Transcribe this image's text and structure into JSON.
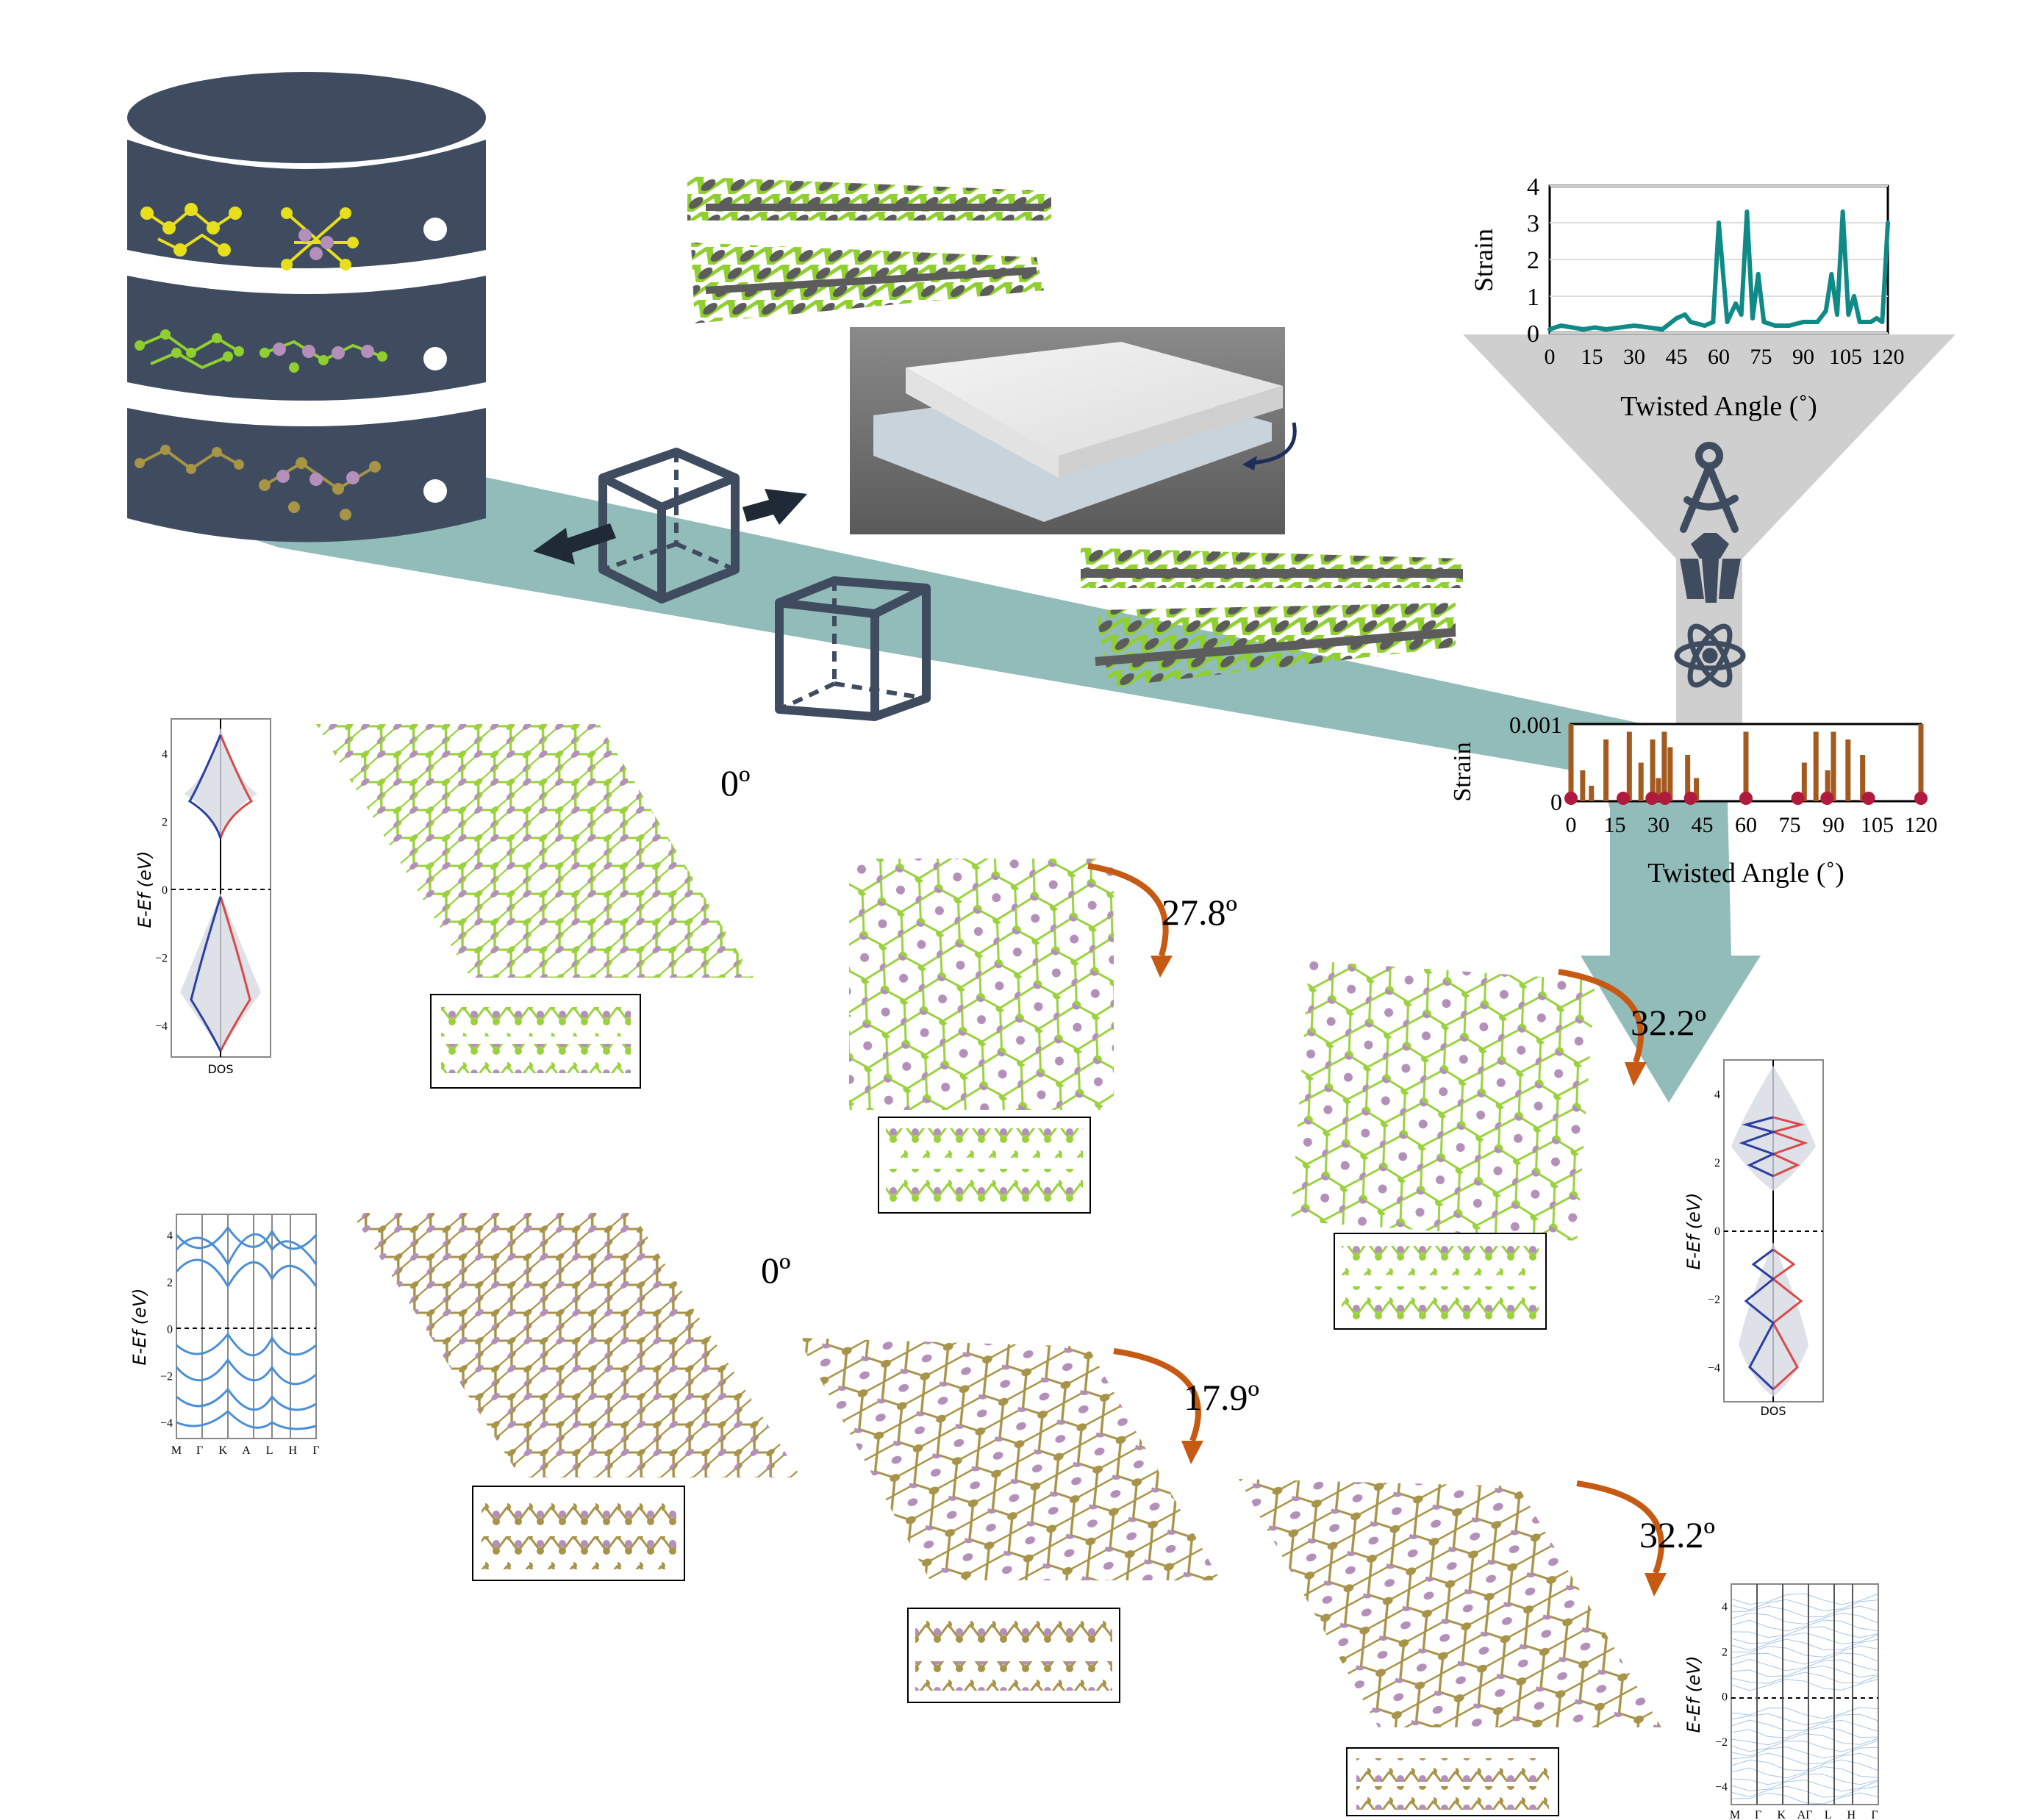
{
  "colors": {
    "db_body": "#3f4b5f",
    "flow_arrow": "#7fb0ad",
    "funnel": "#cfcfcf",
    "teal_series": "#0f8a86",
    "brown_series": "#a25a1e",
    "rotate_arrow": "#c65a12",
    "purple_atom": "#b48fba",
    "green_atom": "#8fcf2f",
    "olive_atom": "#a79445",
    "yellow_atom": "#e8df1c",
    "gray_atom": "#5c5c5c",
    "dos_blue": "#2a3fa0",
    "dos_red": "#d84a4a",
    "band_blue": "#4a8fd6"
  },
  "icons": [
    "database-icon",
    "unit-cell-cube-icon",
    "twist-arrow-icon",
    "compass-icon",
    "crystal-icon",
    "atom-icon"
  ],
  "angles": {
    "row1": [
      "0º",
      "27.8º",
      "32.2º"
    ],
    "row2": [
      "0º",
      "17.9º",
      "32.2º"
    ]
  },
  "chart_top": {
    "chart_data": {
      "type": "line",
      "xlabel": "Twisted Angle (˚)",
      "ylabel": "Strain",
      "xlim": [
        0,
        120
      ],
      "ylim": [
        0,
        4
      ],
      "xticks": [
        "0",
        "15",
        "30",
        "45",
        "60",
        "75",
        "90",
        "105",
        "120"
      ],
      "yticks": [
        "0",
        "1",
        "2",
        "3",
        "4"
      ],
      "x": [
        0,
        4,
        8,
        12,
        16,
        20,
        25,
        30,
        35,
        40,
        45,
        48,
        50,
        55,
        58,
        60,
        63,
        66,
        68,
        70,
        72,
        74,
        76,
        80,
        85,
        90,
        95,
        98,
        100,
        102,
        104,
        106,
        108,
        110,
        114,
        116,
        118,
        120
      ],
      "y": [
        0.1,
        0.2,
        0.15,
        0.1,
        0.15,
        0.1,
        0.15,
        0.2,
        0.15,
        0.1,
        0.4,
        0.5,
        0.3,
        0.2,
        0.3,
        3.0,
        0.3,
        0.8,
        0.5,
        3.3,
        0.4,
        1.6,
        0.3,
        0.2,
        0.2,
        0.3,
        0.3,
        0.6,
        1.6,
        0.5,
        3.3,
        0.5,
        1.0,
        0.3,
        0.3,
        0.4,
        0.3,
        3.0
      ],
      "grid": "horizontal"
    }
  },
  "chart_bottom": {
    "chart_data": {
      "type": "bar",
      "xlabel": "Twisted Angle (˚)",
      "ylabel": "Strain",
      "xlim": [
        0,
        120
      ],
      "ylim": [
        0,
        0.001
      ],
      "xticks": [
        "0",
        "15",
        "30",
        "45",
        "60",
        "75",
        "90",
        "105",
        "120"
      ],
      "yticks": [
        "0",
        "0.001"
      ],
      "x": [
        4,
        7,
        12,
        20,
        24,
        28,
        30,
        32,
        34,
        40,
        43,
        60,
        80,
        84,
        88,
        90,
        95,
        100
      ],
      "y": [
        0.0004,
        0.0002,
        0.0008,
        0.0009,
        0.0005,
        0.0008,
        0.0003,
        0.0009,
        0.0007,
        0.0006,
        0.0003,
        0.0009,
        0.0005,
        0.0009,
        0.0004,
        0.0009,
        0.0008,
        0.0006
      ],
      "markers_x": [
        0,
        17.9,
        27.8,
        32.2,
        41,
        60,
        77.8,
        87.8,
        102,
        120
      ],
      "grid": "none"
    }
  },
  "dos_left": {
    "ylabel": "E-Ef (eV)",
    "xlabel": "DOS",
    "yticks": [
      "4",
      "2",
      "0",
      "−2",
      "−4"
    ]
  },
  "dos_right": {
    "ylabel": "E-Ef (eV)",
    "xlabel": "DOS",
    "yticks": [
      "4",
      "2",
      "0",
      "−2",
      "−4"
    ]
  },
  "band_left": {
    "ylabel": "E-Ef (eV)",
    "yticks": [
      "4",
      "2",
      "0",
      "−2",
      "−4"
    ],
    "kpoints": [
      "M",
      "Γ",
      "K",
      "A",
      "L",
      "H",
      "Γ"
    ]
  },
  "band_right": {
    "ylabel": "E-Ef (eV)",
    "yticks": [
      "4",
      "2",
      "0",
      "−2",
      "−4"
    ],
    "kpoints": [
      "M",
      "Γ",
      "K",
      "AΓ",
      "L",
      "H",
      "Γ"
    ]
  }
}
